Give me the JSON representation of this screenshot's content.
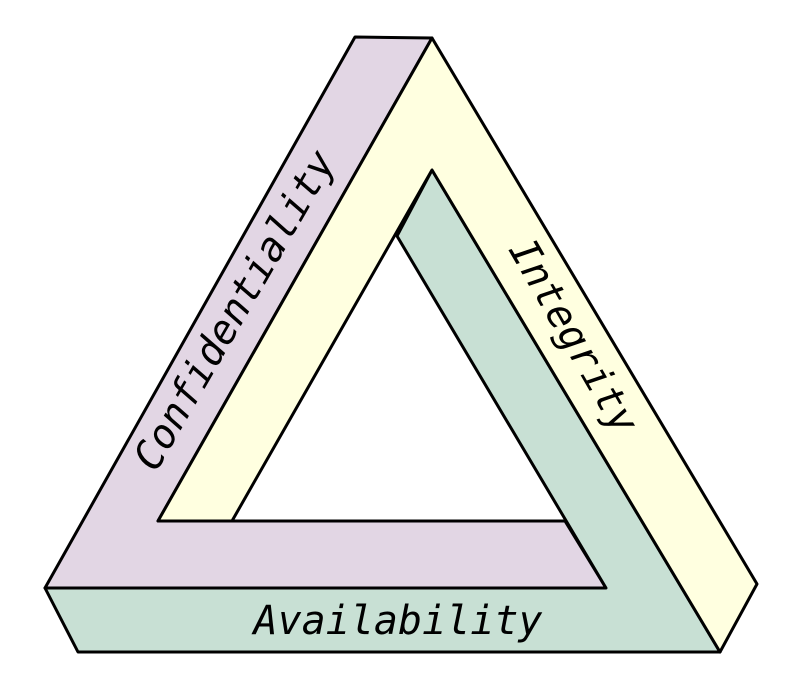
{
  "diagram": {
    "labels": {
      "confidentiality": "Confidentiality",
      "integrity": "Integrity",
      "availability": "Availability"
    },
    "colors": {
      "confidentiality": "#e2d6e4",
      "integrity": "#ffffe0",
      "availability": "#c8e0d4",
      "stroke": "#000000"
    }
  }
}
